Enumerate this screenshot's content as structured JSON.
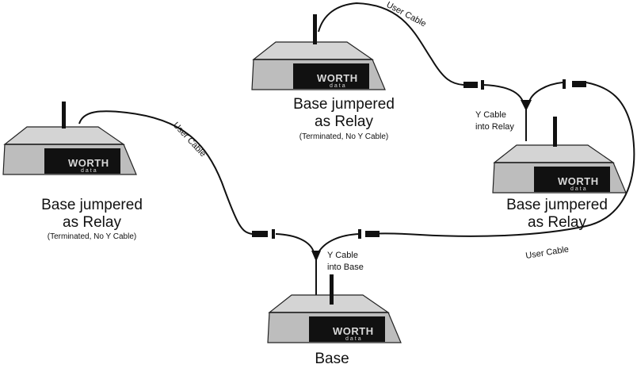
{
  "brand": {
    "name": "WORTH",
    "sub": "data"
  },
  "units": {
    "relay_left": {
      "title_line1": "Base jumpered",
      "title_line2": "as Relay",
      "note": "(Terminated, No Y Cable)"
    },
    "relay_top": {
      "title_line1": "Base jumpered",
      "title_line2": "as Relay",
      "note": "(Terminated, No Y Cable)"
    },
    "relay_right": {
      "title_line1": "Base jumpered",
      "title_line2": "as Relay"
    },
    "base": {
      "title": "Base"
    }
  },
  "cables": {
    "user_cable_left": "User Cable",
    "user_cable_top": "User Cable",
    "user_cable_bottom": "User Cable",
    "y_cable_base_line1": "Y Cable",
    "y_cable_base_line2": "into Base",
    "y_cable_relay_line1": "Y Cable",
    "y_cable_relay_line2": "into Relay"
  },
  "colors": {
    "device_body": "#c9c9c9",
    "device_top": "#d6d6d6",
    "device_face": "#111111",
    "line": "#111111"
  }
}
